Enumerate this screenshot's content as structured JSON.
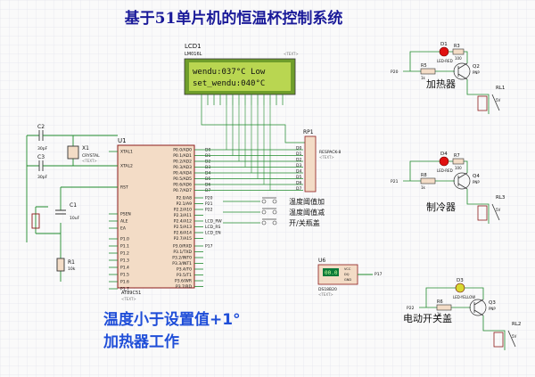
{
  "title": "基于51单片机的恒温杯控制系统",
  "lcd": {
    "ref": "LCD1",
    "model": "LM016L",
    "line1": "wendu:037°C Low",
    "line2": "set_wendu:040°C",
    "text": "<TEXT>"
  },
  "mcu": {
    "ref": "U1",
    "model": "AT89C51",
    "text": "<TEXT>",
    "left_pins": [
      "XTAL1",
      "XTAL2",
      "RST",
      "PSEN",
      "ALE",
      "EA",
      "P1.0",
      "P1.1",
      "P1.2",
      "P1.3",
      "P1.4",
      "P1.5",
      "P1.6",
      "P1.7"
    ],
    "right_pins": [
      "P0.0/AD0",
      "P0.1/AD1",
      "P0.2/AD2",
      "P0.3/AD3",
      "P0.4/AD4",
      "P0.5/AD5",
      "P0.6/AD6",
      "P0.7/AD7",
      "P2.0/A8",
      "P2.1/A9",
      "P2.2/A10",
      "P2.3/A11",
      "P2.4/A12",
      "P2.5/A13",
      "P2.6/A14",
      "P2.7/A15",
      "P3.0/RXD",
      "P3.1/TXD",
      "P3.2/INT0",
      "P3.3/INT1",
      "P3.4/T0",
      "P3.5/T1",
      "P3.6/WR",
      "P3.7/RD"
    ]
  },
  "crystal": {
    "ref": "X1",
    "model": "CRYSTAL",
    "text": "<TEXT>"
  },
  "caps": [
    {
      "ref": "C2",
      "value": "30pF",
      "text": "<TEXT>"
    },
    {
      "ref": "C3",
      "value": "30pF",
      "text": "<TEXT>"
    },
    {
      "ref": "C1",
      "value": "10uF",
      "text": "<TEXT>"
    }
  ],
  "r1": {
    "ref": "R1",
    "value": "10k",
    "text": "<TEXT>"
  },
  "rp1": {
    "ref": "RP1",
    "model": "RESPACK-8",
    "text": "<TEXT>"
  },
  "bus_labels": [
    "D0",
    "D1",
    "D2",
    "D3",
    "D4",
    "D5",
    "D6",
    "D7"
  ],
  "mcu_net_labels": [
    "D0",
    "D1",
    "D2",
    "D3",
    "D4",
    "D5",
    "D6",
    "D7",
    "P20",
    "P21",
    "P22",
    "LCD_RW",
    "LCD_RS",
    "LCD_EN",
    "P17"
  ],
  "buttons": [
    "温度阈值加",
    "温度阈值减",
    "开/关瓶盖"
  ],
  "sensor": {
    "ref": "U6",
    "model": "DS18B20",
    "text": "<TEXT>",
    "lcd_text": "00.0",
    "net": "P17",
    "pins": [
      "VCC",
      "DQ",
      "GND"
    ]
  },
  "heater": {
    "label": "加热器",
    "led": "D1",
    "led_model": "LED-RED",
    "r_led": "R3",
    "r_led_val": "100",
    "r_base": "R5",
    "r_base_val": "1k",
    "q": "Q2",
    "q_model": "PNP",
    "relay": "RL1",
    "relay_v": "5V",
    "net": "P20"
  },
  "cooler": {
    "label": "制冷器",
    "led": "D4",
    "led_model": "LED-RED",
    "r_led": "R7",
    "r_led_val": "100",
    "r_base": "R8",
    "r_base_val": "1k",
    "q": "Q4",
    "q_model": "PNP",
    "relay": "RL3",
    "relay_v": "5V",
    "net": "P21"
  },
  "lid": {
    "label": "电动开关盖",
    "led": "D3",
    "led_model": "LED-YELLOW",
    "r_base": "R6",
    "r_base_val": "1k",
    "q": "Q3",
    "q_model": "PNP",
    "relay": "RL2",
    "relay_v": "5V",
    "net": "P22"
  },
  "annotation": {
    "line1": "温度小于设置值+1°",
    "line2": "加热器工作"
  },
  "colors": {
    "wire": "#1f8a2c",
    "part": "#8b1a1a",
    "body": "#f3dcc6",
    "text_blue": "#1a1a99",
    "lcd": "#b9d651",
    "red": "#e01010",
    "yellow": "#d8d830",
    "ann": "#1f4ed8"
  }
}
